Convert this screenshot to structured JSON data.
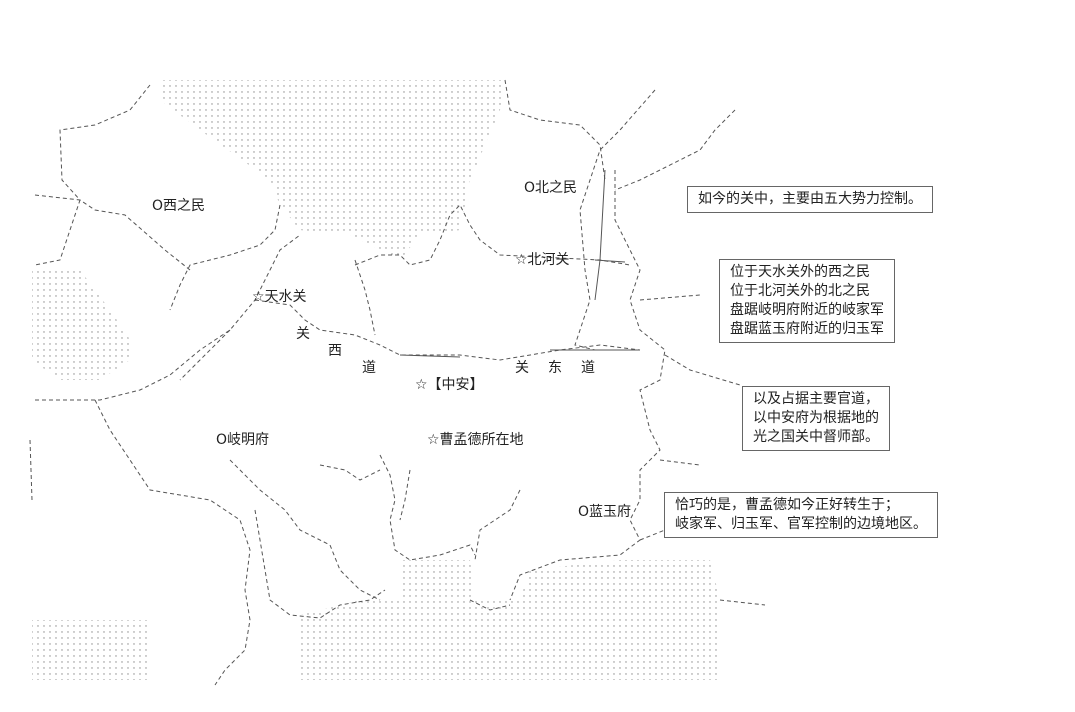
{
  "places": {
    "xizhimin": "O西之民",
    "beizhimin": "O北之民",
    "tianshuiguan": "☆天水关",
    "beiheguan": "☆北河关",
    "zhongan": "☆【中安】",
    "qimingfu": "O岐明府",
    "caomengde": "☆曹孟德所在地",
    "lanyufu": "O蓝玉府"
  },
  "roads": {
    "west": [
      "关",
      "西",
      "道"
    ],
    "east": [
      "关",
      "东",
      "道"
    ]
  },
  "notes": {
    "box1": [
      "如今的关中，主要由五大势力控制。"
    ],
    "box2": [
      "位于天水关外的西之民",
      "位于北河关外的北之民",
      "盘踞岐明府附近的岐家军",
      "盘踞蓝玉府附近的归玉军"
    ],
    "box3": [
      "以及占据主要官道，",
      "以中安府为根据地的",
      "光之国关中督师部。"
    ],
    "box4": [
      "恰巧的是，曹孟德如今正好转生于；",
      "岐家军、归玉军、官军控制的边境地区。"
    ]
  },
  "colors": {
    "line": "#555555",
    "dots": "#888888",
    "text": "#222222"
  }
}
